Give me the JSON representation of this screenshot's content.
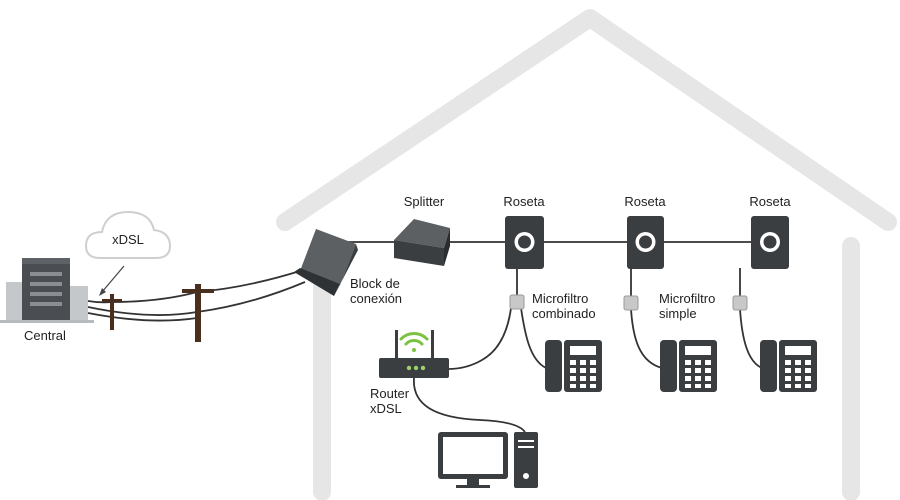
{
  "labels": {
    "central": "Central",
    "cloud": "xDSL",
    "block": "Block de\nconexión",
    "splitter": "Splitter",
    "roseta_1": "Roseta",
    "roseta_2": "Roseta",
    "roseta_3": "Roseta",
    "microfiltro_combinado": "Microfiltro\ncombinado",
    "microfiltro_simple": "Microfiltro\nsimple",
    "router": "Router\nxDSL"
  },
  "colors": {
    "house": "#e6e6e6",
    "device": "#3b3e41",
    "device_top": "#5c6063",
    "cable": "#333333",
    "wood": "#4a2e1e",
    "wifi": "#7cc242",
    "led": "#9bd26a",
    "filter": "#c8c8c8",
    "cloud_stroke": "#cfcfcf"
  },
  "icons": [
    "building-icon",
    "cloud-icon",
    "utility-pole-icon",
    "connection-block-icon",
    "splitter-icon",
    "wall-socket-icon",
    "microfilter-icon",
    "telephone-icon",
    "router-icon",
    "wifi-icon",
    "monitor-icon",
    "pc-tower-icon"
  ]
}
